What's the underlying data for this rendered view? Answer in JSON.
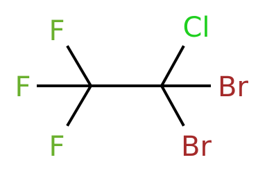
{
  "molecule": {
    "atoms": {
      "f_top": {
        "symbol": "F",
        "color": "#6ab02e"
      },
      "f_left": {
        "symbol": "F",
        "color": "#6ab02e"
      },
      "f_bottom": {
        "symbol": "F",
        "color": "#6ab02e"
      },
      "cl": {
        "symbol": "Cl",
        "color": "#1fcf1f"
      },
      "br_right": {
        "symbol": "Br",
        "color": "#a52a2a"
      },
      "br_bottom": {
        "symbol": "Br",
        "color": "#a52a2a"
      }
    },
    "bonds": [
      {
        "from": "c1",
        "to": "c2",
        "order": 1
      },
      {
        "from": "c1",
        "to": "f_top",
        "order": 1
      },
      {
        "from": "c1",
        "to": "f_left",
        "order": 1
      },
      {
        "from": "c1",
        "to": "f_bottom",
        "order": 1
      },
      {
        "from": "c2",
        "to": "cl",
        "order": 1
      },
      {
        "from": "c2",
        "to": "br_right",
        "order": 1
      },
      {
        "from": "c2",
        "to": "br_bottom",
        "order": 1
      }
    ]
  }
}
